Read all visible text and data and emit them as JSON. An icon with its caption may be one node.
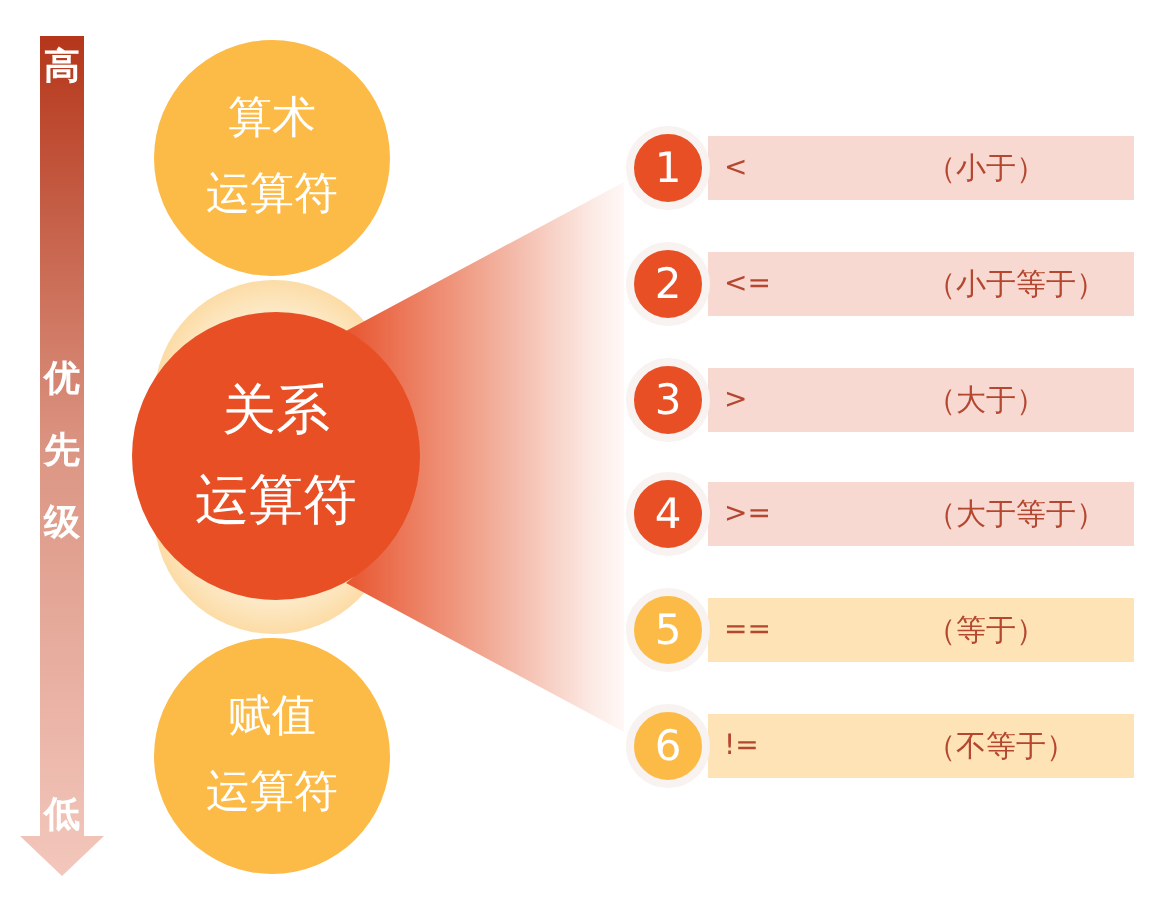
{
  "diagram": {
    "nodes": [
      {
        "text": [
          "高",
          "优先级",
          "低"
        ]
      },
      {
        "text": [
          "算术",
          "运算符"
        ]
      },
      {
        "text": [
          "关系",
          "运算符"
        ]
      },
      {
        "text": [
          "赋值",
          "运算符"
        ]
      },
      {
        "text": [
          "1"
        ]
      },
      {
        "text": [
          "<",
          "（小于）"
        ]
      },
      {
        "text": [
          "2"
        ]
      },
      {
        "text": [
          "<=",
          "（小于等于）"
        ]
      },
      {
        "text": [
          "3"
        ]
      },
      {
        "text": [
          ">",
          "（大于）"
        ]
      },
      {
        "text": [
          "4"
        ]
      },
      {
        "text": [
          ">=",
          "（大于等于）"
        ]
      },
      {
        "text": [
          "5"
        ]
      },
      {
        "text": [
          "==",
          "（等于）"
        ]
      },
      {
        "text": [
          "6"
        ]
      },
      {
        "text": [
          "!=",
          "（不等于）"
        ]
      },
      {
        "text": [],
        "shape": "wedge"
      }
    ]
  }
}
